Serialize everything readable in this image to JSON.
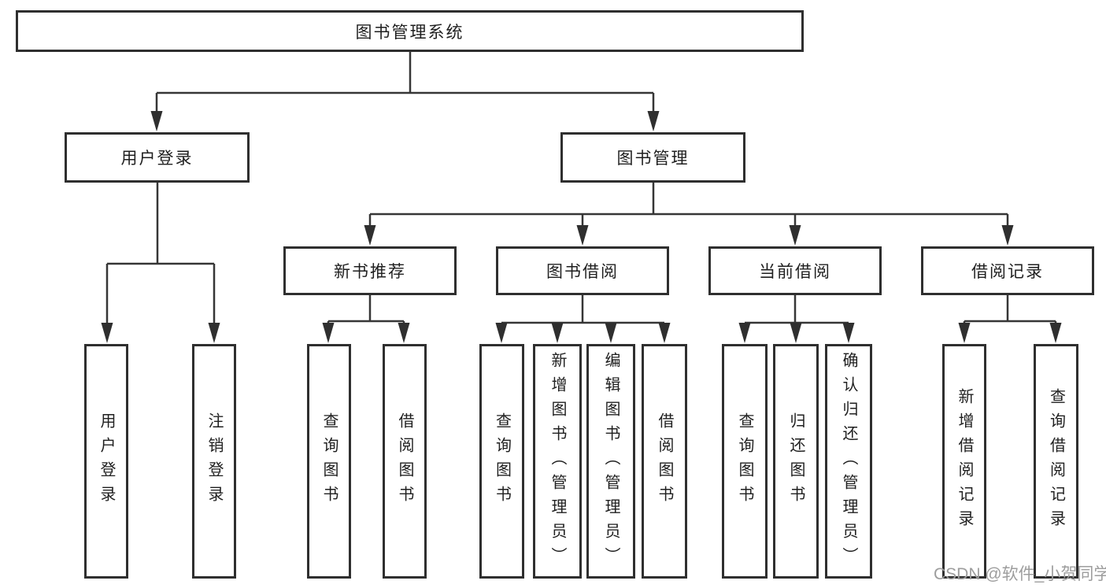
{
  "diagram_title": "图书管理系统",
  "colors": {
    "line": "#363636",
    "box_border": "#2f2f2f",
    "text": "#1f1f1f",
    "watermark": "#9d9d9d",
    "background": "#ffffff"
  },
  "tree": {
    "label": "图书管理系统",
    "children": [
      {
        "label": "用户登录",
        "children": [
          {
            "label": "用户登录"
          },
          {
            "label": "注销登录"
          }
        ]
      },
      {
        "label": "图书管理",
        "children": [
          {
            "label": "新书推荐",
            "children": [
              {
                "label": "查询图书"
              },
              {
                "label": "借阅图书"
              }
            ]
          },
          {
            "label": "图书借阅",
            "children": [
              {
                "label": "查询图书"
              },
              {
                "label": "新增图书（管理员）"
              },
              {
                "label": "编辑图书（管理员）"
              },
              {
                "label": "借阅图书"
              }
            ]
          },
          {
            "label": "当前借阅",
            "children": [
              {
                "label": "查询图书"
              },
              {
                "label": "归还图书"
              },
              {
                "label": "确认归还（管理员）"
              }
            ]
          },
          {
            "label": "借阅记录",
            "children": [
              {
                "label": "新增借阅记录"
              },
              {
                "label": "查询借阅记录"
              }
            ]
          }
        ]
      }
    ]
  },
  "watermark": {
    "text": "CSDN @软件_小贺同学"
  }
}
